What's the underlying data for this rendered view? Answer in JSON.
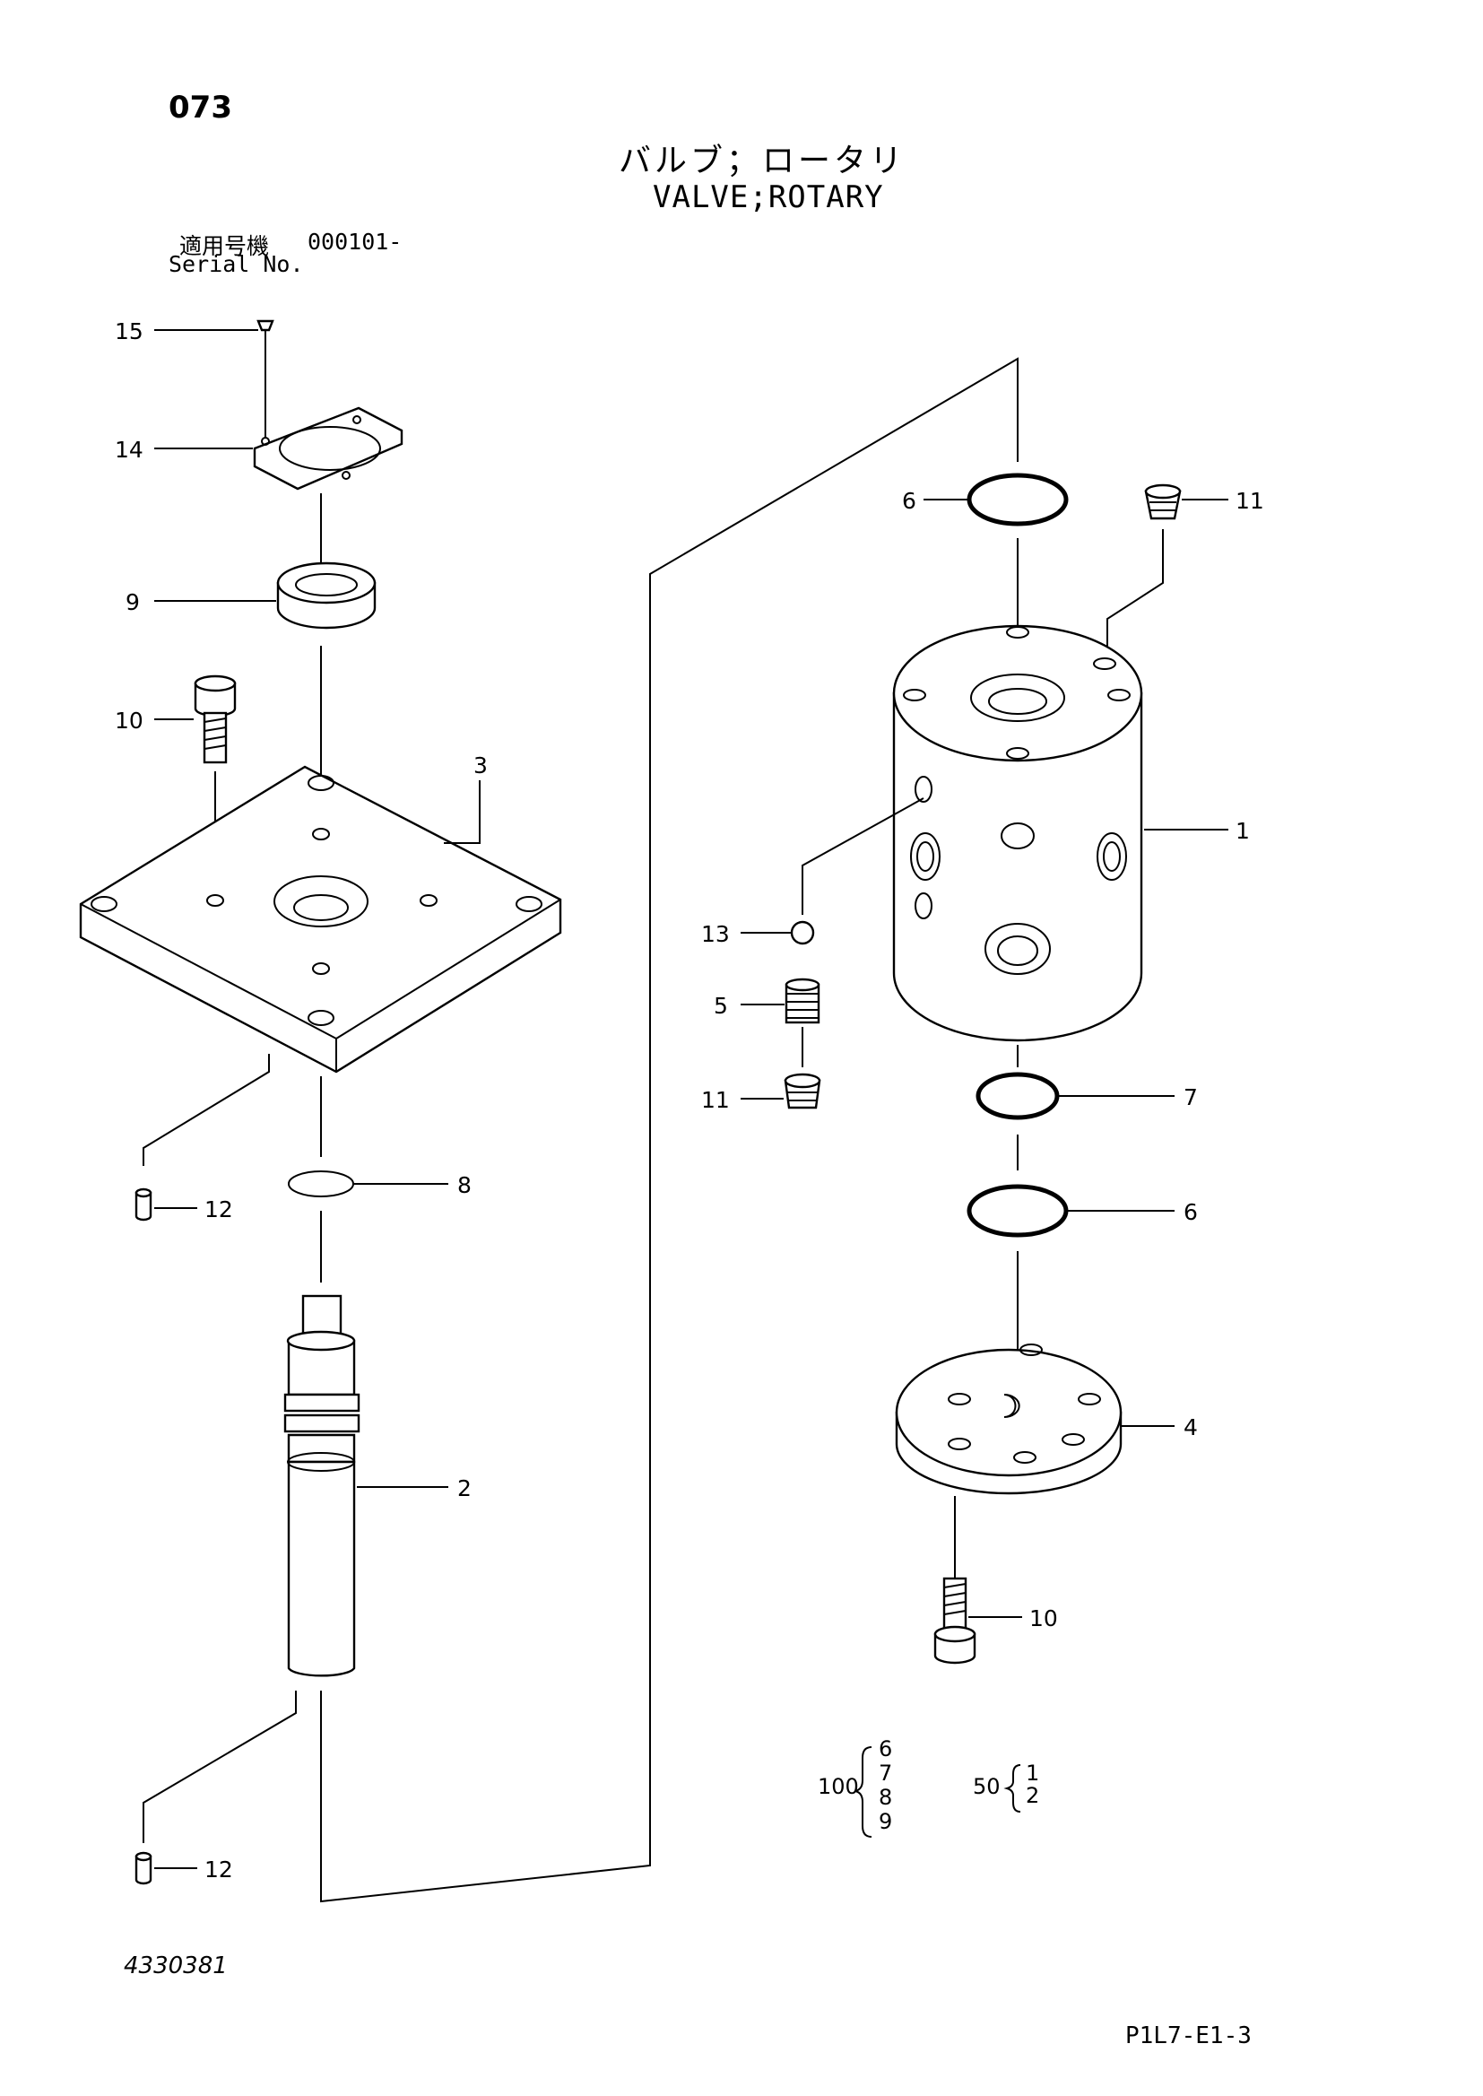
{
  "page": {
    "number": "073",
    "title_ja": "バルブ；ロータリ",
    "title_en": "VALVE;ROTARY",
    "serial_label_ja": "適用号機",
    "serial_value": "000101-",
    "serial_label_en": "Serial No.",
    "drawing_number": "4330381",
    "page_code": "P1L7-E1-3"
  },
  "callouts": {
    "c15": "15",
    "c14": "14",
    "c9": "9",
    "c10_left": "10",
    "c3": "3",
    "c12_top": "12",
    "c8": "8",
    "c2": "2",
    "c12_bottom": "12",
    "c6_top": "6",
    "c11_top": "11",
    "c1": "1",
    "c13": "13",
    "c5": "5",
    "c11_left": "11",
    "c7": "7",
    "c6_bottom": "6",
    "c4": "4",
    "c10_right": "10"
  },
  "kits": [
    {
      "id": "100",
      "items": [
        "6",
        "7",
        "8",
        "9"
      ]
    },
    {
      "id": "50",
      "items": [
        "1",
        "2"
      ]
    }
  ]
}
